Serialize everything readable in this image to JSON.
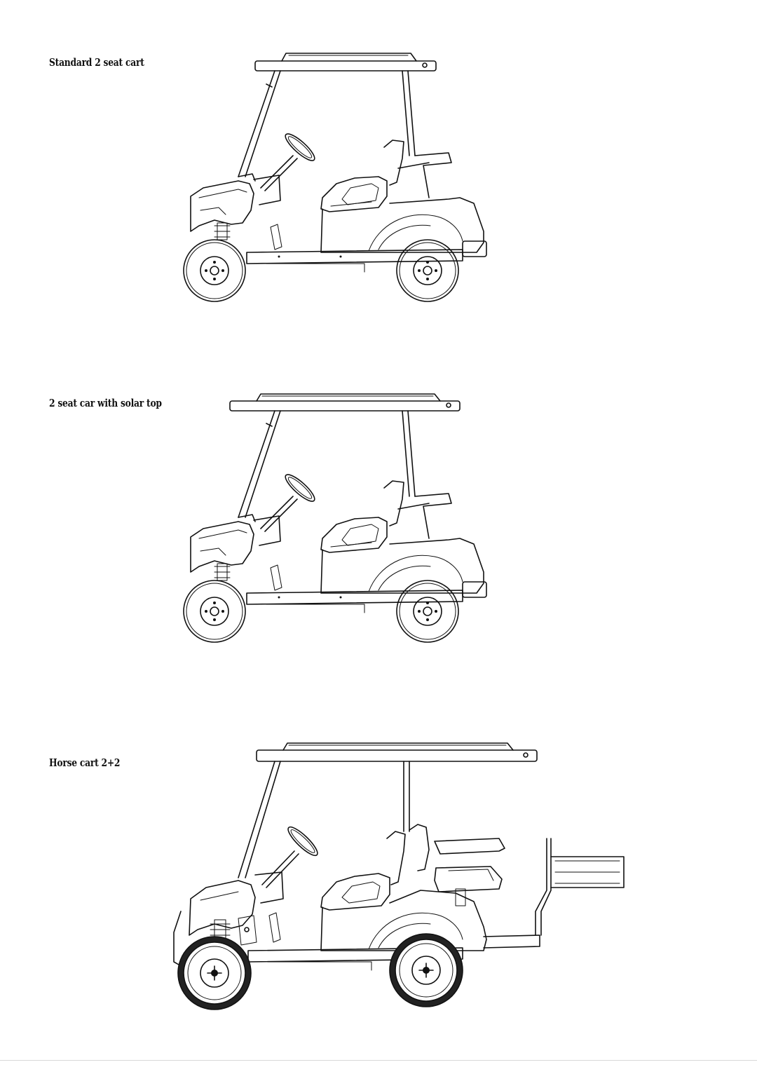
{
  "drawings": [
    {
      "caption": "Standard 2 seat cart"
    },
    {
      "caption": "2 seat car with solar top"
    },
    {
      "caption": "Horse cart 2+2"
    }
  ],
  "line_color": "#111111",
  "background": "#ffffff"
}
